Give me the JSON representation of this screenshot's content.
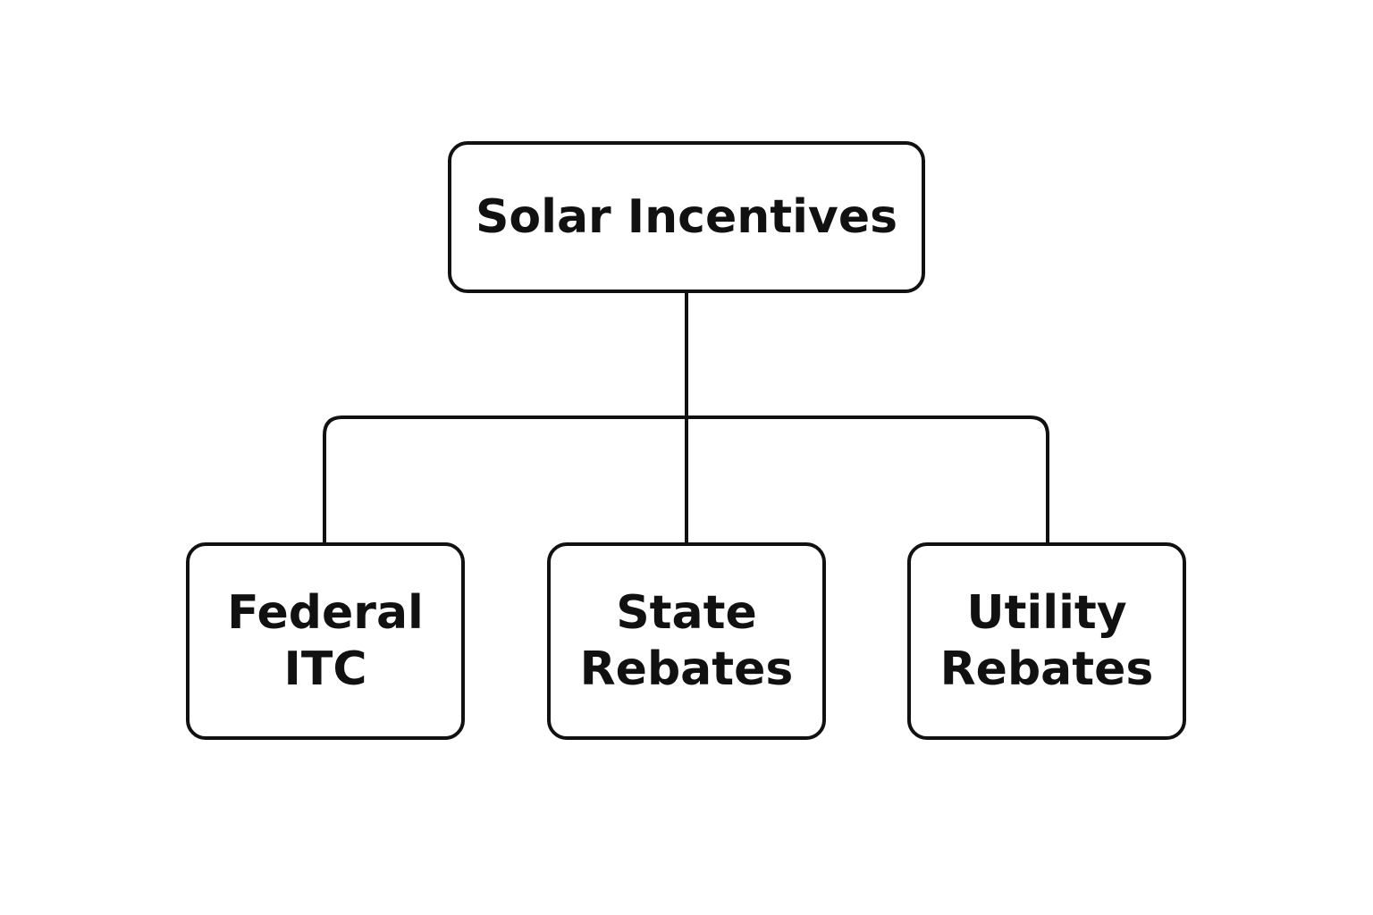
{
  "diagram": {
    "root": {
      "label": "Solar Incentives"
    },
    "children": [
      {
        "lines": [
          "Federal",
          "ITC"
        ]
      },
      {
        "lines": [
          "State",
          "Rebates"
        ]
      },
      {
        "lines": [
          "Utility",
          "Rebates"
        ]
      }
    ]
  },
  "colors": {
    "stroke": "#111111",
    "background": "#ffffff",
    "text": "#111111"
  }
}
